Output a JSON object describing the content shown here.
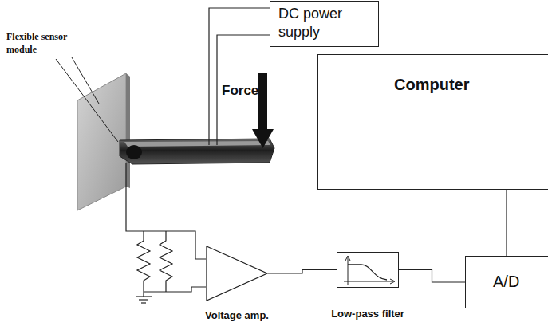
{
  "diagram": {
    "nodes": [
      {
        "text": [
          "DC power supply"
        ]
      },
      {
        "text": [
          "Computer"
        ]
      },
      {
        "text": [
          "Voltage amp."
        ]
      },
      {
        "text": [
          "Low-pass filter"
        ]
      },
      {
        "text": [
          "A/D"
        ]
      }
    ],
    "edges": [
      {
        "from": 2,
        "to": 3,
        "arrow": "none"
      },
      {
        "from": 3,
        "to": 4,
        "arrow": "none"
      },
      {
        "from": 4,
        "to": 1,
        "arrow": "none"
      }
    ],
    "labels": [
      "Flexible sensor module",
      "Force"
    ]
  }
}
